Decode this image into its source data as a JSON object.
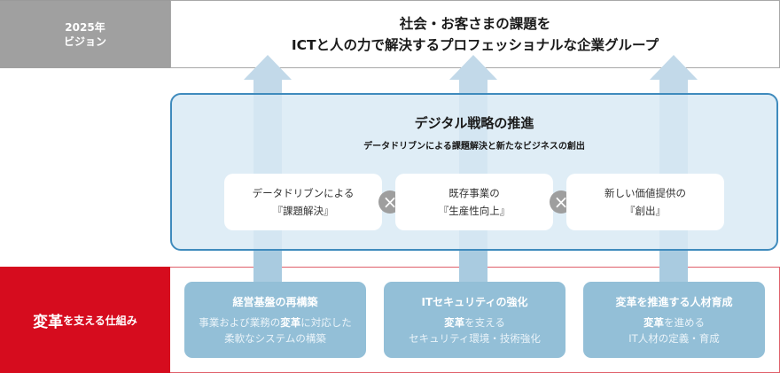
{
  "vision": {
    "label_line1": "2025年",
    "label_line2": "ビジョン",
    "statement_line1": "社会・お客さまの課題を",
    "statement_line2": "ICTと人の力で解決するプロフェッショナルな企業グループ"
  },
  "digital_strategy": {
    "title": "デジタル戦略の推進",
    "subtitle": "データドリブンによる課題解決と新たなビジネスの創出",
    "pillars": [
      {
        "line1": "データドリブンによる",
        "line2": "『課題解決』"
      },
      {
        "line1": "既存事業の",
        "line2": "『生産性向上』"
      },
      {
        "line1": "新しい価値提供の",
        "line2": "『創出』"
      }
    ],
    "operator_symbol": "×"
  },
  "reform": {
    "label_emphasis": "変革",
    "label_rest": "を支える仕組み",
    "cards": [
      {
        "title": "経営基盤の再構築",
        "line1_pre": "事業および業務の",
        "line1_em": "変革",
        "line1_post": "に対応した",
        "line2": "柔軟なシステムの構築"
      },
      {
        "title": "ITセキュリティの強化",
        "line1_pre": "",
        "line1_em": "変革",
        "line1_post": "を支える",
        "line2": "セキュリティ環境・技術強化"
      },
      {
        "title": "変革を推進する人材育成",
        "line1_pre": "",
        "line1_em": "変革",
        "line1_post": "を進める",
        "line2": "IT人材の定義・育成"
      }
    ]
  },
  "colors": {
    "vision_label_bg": "#a0a0a0",
    "panel_border": "#3f8bbd",
    "panel_bg": "#d8e9f4",
    "arrow": "#c2d9e9",
    "reform_red": "#d60c1e",
    "card_bg": "#93bfd7",
    "operator_circle": "#9e9e9e"
  }
}
